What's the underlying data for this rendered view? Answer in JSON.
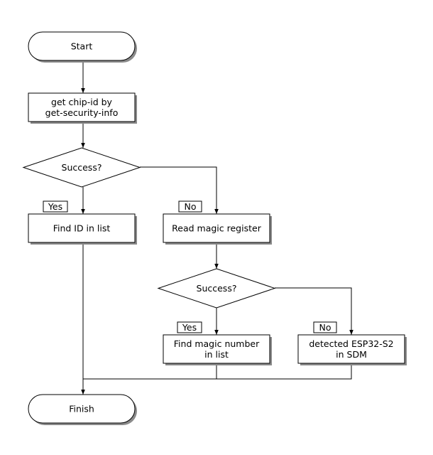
{
  "nodes": {
    "start": {
      "label": "Start"
    },
    "get_chip_id": {
      "line1": "get chip-id by",
      "line2": "get-security-info"
    },
    "decision1": {
      "label": "Success?"
    },
    "find_id": {
      "label": "Find ID in list"
    },
    "read_magic": {
      "label": "Read magic register"
    },
    "decision2": {
      "label": "Success?"
    },
    "find_magic": {
      "line1": "Find magic number",
      "line2": "in list"
    },
    "detected": {
      "line1": "detected ESP32-S2",
      "line2": "in SDM"
    },
    "finish": {
      "label": "Finish"
    }
  },
  "edge_labels": {
    "d1_yes": "Yes",
    "d1_no": "No",
    "d2_yes": "Yes",
    "d2_no": "No"
  },
  "colors": {
    "stroke": "#000000",
    "fill": "#ffffff",
    "shadow": "#8a8a8a"
  }
}
